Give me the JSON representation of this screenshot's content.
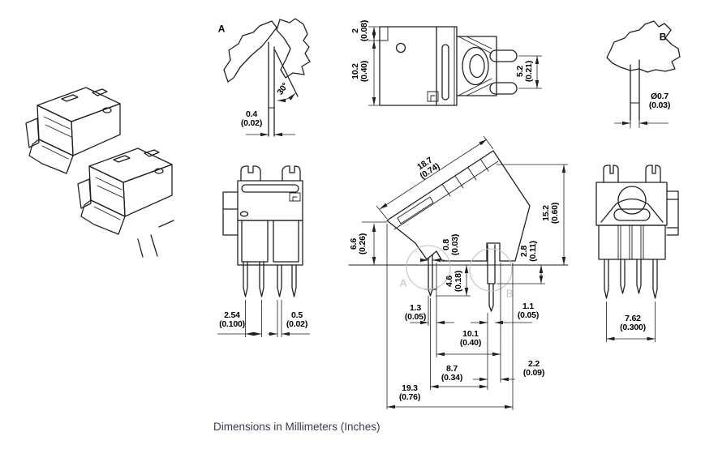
{
  "caption": "Dimensions in Millimeters (Inches)",
  "colors": {
    "line": "#231f20",
    "text": "#000000",
    "caption": "#3b3b4d",
    "callout": "#c2c2c2"
  },
  "views": {
    "detail_a": {
      "label": "A",
      "angle": "30°",
      "dim_pin_thickness": {
        "mm": "0.4",
        "in": "(0.02)"
      }
    },
    "top": {
      "dim_cap_height": {
        "mm": "2",
        "in": "(0.08)"
      },
      "dim_body_height": {
        "mm": "10.2",
        "in": "(0.40)"
      },
      "dim_prong_span": {
        "mm": "5.2",
        "in": "(0.21)"
      }
    },
    "detail_b": {
      "label": "B",
      "dim_pin_diameter": {
        "mm": "Ø0.7",
        "in": "(0.03)"
      }
    },
    "front": {
      "dim_pin_pitch": {
        "mm": "2.54",
        "in": "(0.100)"
      },
      "dim_pin_width": {
        "mm": "0.5",
        "in": "(0.02)"
      }
    },
    "side": {
      "callout_a": "A",
      "callout_b": "B",
      "dim_body_length": {
        "mm": "18.7",
        "in": "(0.74)"
      },
      "dim_front_height": {
        "mm": "6.6",
        "in": "(0.26)"
      },
      "dim_pin_a_thickness": {
        "mm": "0.8",
        "in": "(0.03)"
      },
      "dim_pin_a_length": {
        "mm": "4.6",
        "in": "(0.18)"
      },
      "dim_total_height": {
        "mm": "15.2",
        "in": "(0.60)"
      },
      "dim_shoulder_height": {
        "mm": "2.8",
        "in": "(0.11)"
      },
      "dim_pin_a_offset": {
        "mm": "1.3",
        "in": "(0.05)"
      },
      "dim_pin_b_thickness": {
        "mm": "1.1",
        "in": "(0.05)"
      },
      "dim_pin_span": {
        "mm": "10.1",
        "in": "(0.40)"
      },
      "dim_pin_b_offset": {
        "mm": "8.7",
        "in": "(0.34)"
      },
      "dim_back_offset": {
        "mm": "2.2",
        "in": "(0.09)"
      },
      "dim_total_length": {
        "mm": "19.3",
        "in": "(0.76)"
      }
    },
    "rear": {
      "dim_row_pitch": {
        "mm": "7.62",
        "in": "(0.300)"
      }
    }
  }
}
